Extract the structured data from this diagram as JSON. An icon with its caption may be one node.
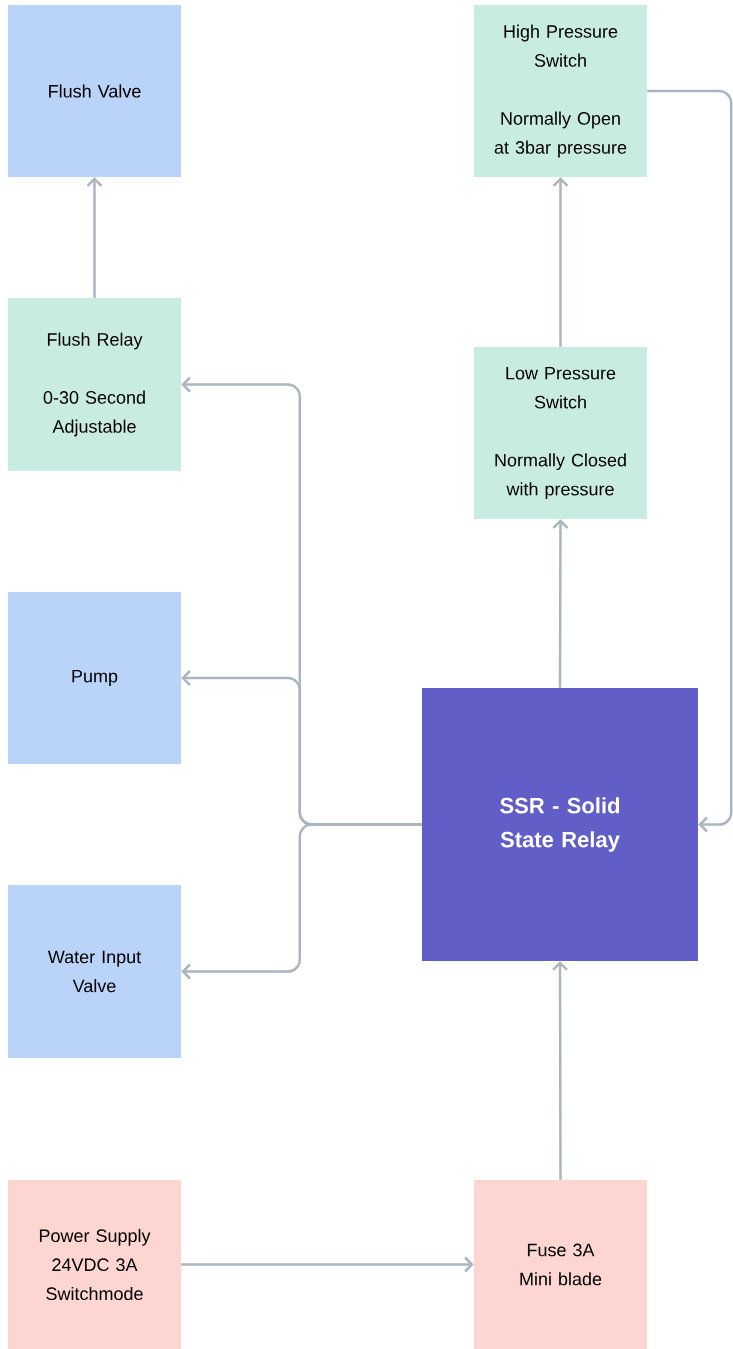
{
  "diagram": {
    "nodes": [
      {
        "text": [
          "Flush Valve"
        ]
      },
      {
        "text": [
          "High Pressure Switch",
          "Normally Open at 3bar pressure"
        ]
      },
      {
        "text": [
          "Flush Relay",
          "0-30 Second Adjustable"
        ]
      },
      {
        "text": [
          "Low Pressure Switch",
          "Normally Closed with pressure"
        ]
      },
      {
        "text": [
          "Pump"
        ]
      },
      {
        "text": [
          "SSR - Solid State Relay"
        ]
      },
      {
        "text": [
          "Water Input Valve"
        ]
      },
      {
        "text": [
          "Power Supply 24VDC 3A Switchmode"
        ]
      },
      {
        "text": [
          "Fuse 3A Mini blade"
        ]
      }
    ],
    "edges": [
      {
        "from": 2,
        "to": 0,
        "arrow": "to"
      },
      {
        "from": 5,
        "to": 3,
        "arrow": "to"
      },
      {
        "from": 3,
        "to": 1,
        "arrow": "to"
      },
      {
        "from": 1,
        "to": 5,
        "arrow": "to"
      },
      {
        "from": 5,
        "to": 2,
        "arrow": "to"
      },
      {
        "from": 5,
        "to": 4,
        "arrow": "to"
      },
      {
        "from": 5,
        "to": 6,
        "arrow": "to"
      },
      {
        "from": 7,
        "to": 8,
        "arrow": "to"
      },
      {
        "from": 8,
        "to": 5,
        "arrow": "to"
      }
    ]
  }
}
